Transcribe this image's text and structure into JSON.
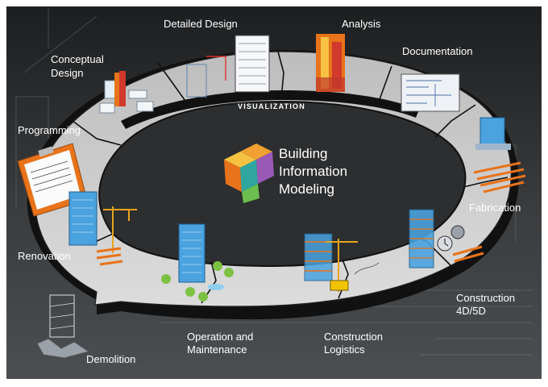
{
  "diagram": {
    "center_title": [
      "Building",
      "Information",
      "Modeling"
    ],
    "band_label": "VISUALIZATION",
    "stages": {
      "conceptual_design": [
        "Conceptual",
        "Design"
      ],
      "detailed_design": "Detailed Design",
      "analysis": "Analysis",
      "documentation": "Documentation",
      "programming": "Programming",
      "fabrication": "Fabrication",
      "renovation": "Renovation",
      "construction_4d5d": [
        "Construction",
        "4D/5D"
      ],
      "construction_logistics": [
        "Construction",
        "Logistics"
      ],
      "operation_maintenance": [
        "Operation and",
        "Maintenance"
      ],
      "demolition": "Demolition"
    },
    "colors": {
      "background": "#2b2d2e",
      "ring_surface": "#c9c9c9",
      "ring_edge": "#1a1a1a",
      "model_blue": "#4aa3df",
      "model_orange": "#e8731a",
      "analysis_red": "#d0392b",
      "logo_orange": "#f0a030",
      "logo_purple": "#9b59b6",
      "logo_teal": "#2fa7a0"
    }
  }
}
